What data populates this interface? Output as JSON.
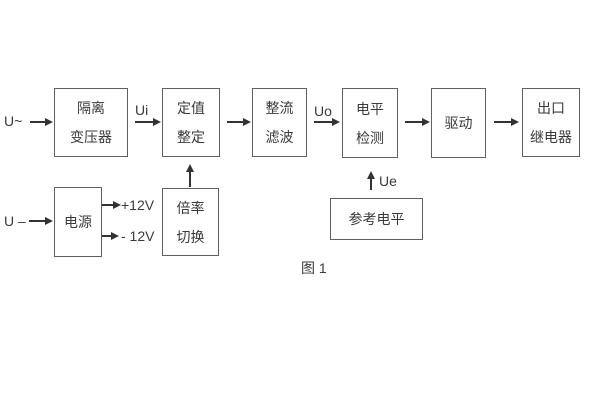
{
  "page": {
    "caption": "图 1"
  },
  "colors": {
    "line": "#333333",
    "border": "#5f5f5f",
    "text": "#3a3a3a",
    "background": "#ffffff"
  },
  "labels": {
    "input_ac": "U~",
    "input_dc": "U –",
    "ui": "Ui",
    "uo": "Uo",
    "ue": "Ue",
    "plus12": "+12V",
    "minus12": "- 12V"
  },
  "blocks": {
    "isolation_transformer": {
      "line1": "隔离",
      "line2": "变压器"
    },
    "value_setting": {
      "line1": "定值",
      "line2": "整定"
    },
    "rectify_filter": {
      "line1": "整流",
      "line2": "滤波"
    },
    "level_detect": {
      "line1": "电平",
      "line2": "检测"
    },
    "drive": {
      "line1": "驱动"
    },
    "output_relay": {
      "line1": "出口",
      "line2": "继电器"
    },
    "power": {
      "line1": "电源"
    },
    "ratio_switch": {
      "line1": "倍率",
      "line2": "切换"
    },
    "reference_level": {
      "line1": "参考电平"
    }
  }
}
